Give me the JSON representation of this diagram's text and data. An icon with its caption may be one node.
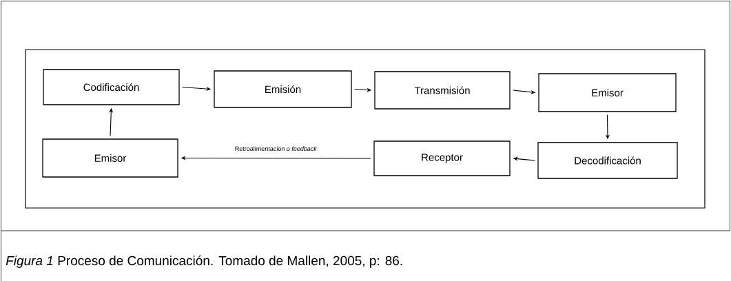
{
  "diagram": {
    "caption": "*Figura 1* Proceso de Comunicación. Tomado de Mallen, 2005, p: 86.",
    "nodes": [
      {
        "text": [
          "Codificación"
        ]
      },
      {
        "text": [
          "Emisión"
        ]
      },
      {
        "text": [
          "Transmisión"
        ]
      },
      {
        "text": [
          "Emisor"
        ]
      },
      {
        "text": [
          "Emisor"
        ]
      },
      {
        "text": [
          "Receptor"
        ]
      },
      {
        "text": [
          "Decodificación"
        ]
      }
    ],
    "edges": [
      {
        "from": 0,
        "to": 1,
        "arrow": "to"
      },
      {
        "from": 1,
        "to": 2,
        "arrow": "to"
      },
      {
        "from": 2,
        "to": 3,
        "arrow": "to"
      },
      {
        "from": 3,
        "to": 6,
        "arrow": "to"
      },
      {
        "from": 6,
        "to": 5,
        "arrow": "to"
      },
      {
        "from": 5,
        "to": 4,
        "arrow": "to",
        "label": "Retroalimentación o *feedback*"
      },
      {
        "from": 4,
        "to": 0,
        "arrow": "to"
      }
    ]
  }
}
